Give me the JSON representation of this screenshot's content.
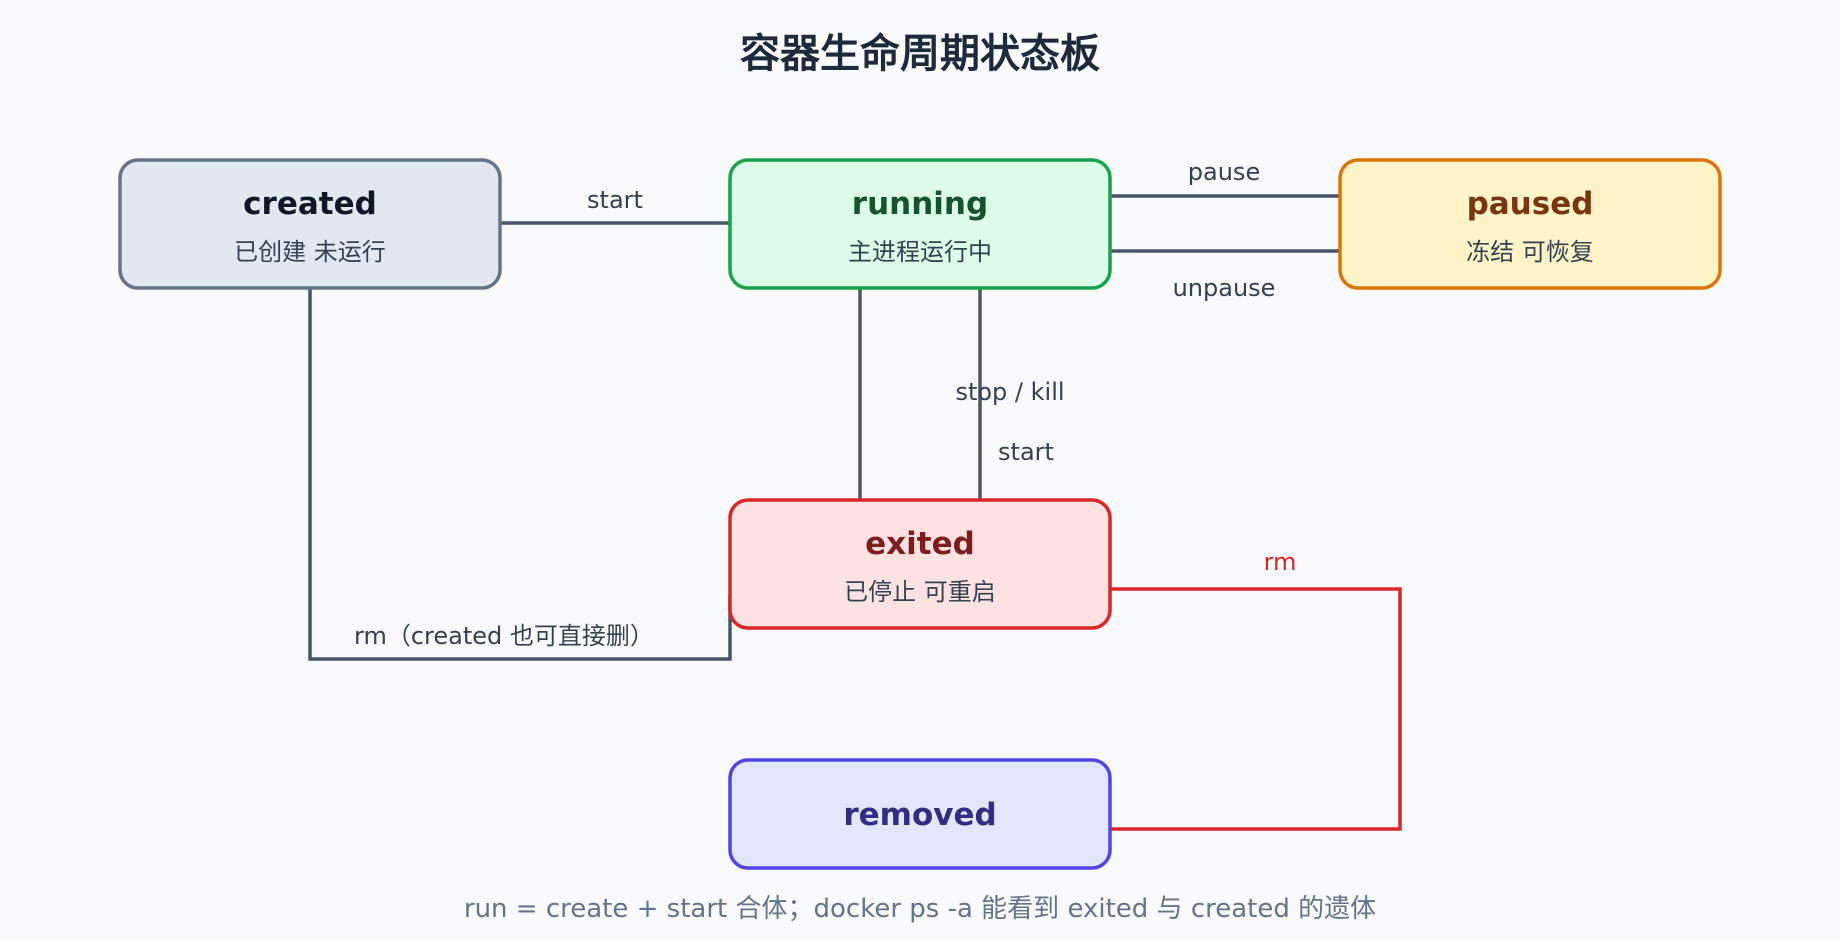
{
  "title": "容器生命周期状态板",
  "states": {
    "created": {
      "name": "created",
      "sub": "已创建 未运行",
      "fill": "#e2e8f0",
      "stroke": "#64748b",
      "text_color": "#0f172a"
    },
    "running": {
      "name": "running",
      "sub": "主进程运行中",
      "fill": "#dcfce7",
      "stroke": "#16a34a",
      "text_color": "#14532d"
    },
    "paused": {
      "name": "paused",
      "sub": "冻结 可恢复",
      "fill": "#fef3c7",
      "stroke": "#d97706",
      "text_color": "#78350f"
    },
    "exited": {
      "name": "exited",
      "sub": "已停止 可重启",
      "fill": "#fee2e2",
      "stroke": "#dc2626",
      "text_color": "#7f1d1d"
    },
    "removed": {
      "name": "removed",
      "fill": "#e0e7ff",
      "stroke": "#4f46e5",
      "text_color": "#312e81"
    }
  },
  "transitions": {
    "created_to_running": "start",
    "running_to_paused": "pause",
    "paused_to_running": "unpause",
    "running_to_exited": "stop / kill",
    "exited_to_running": "start",
    "exited_to_removed": "rm",
    "created_to_removed": "rm（created 也可直接删）"
  },
  "footer": "run = create + start 合体；docker ps -a 能看到 exited 与 created 的遗体"
}
